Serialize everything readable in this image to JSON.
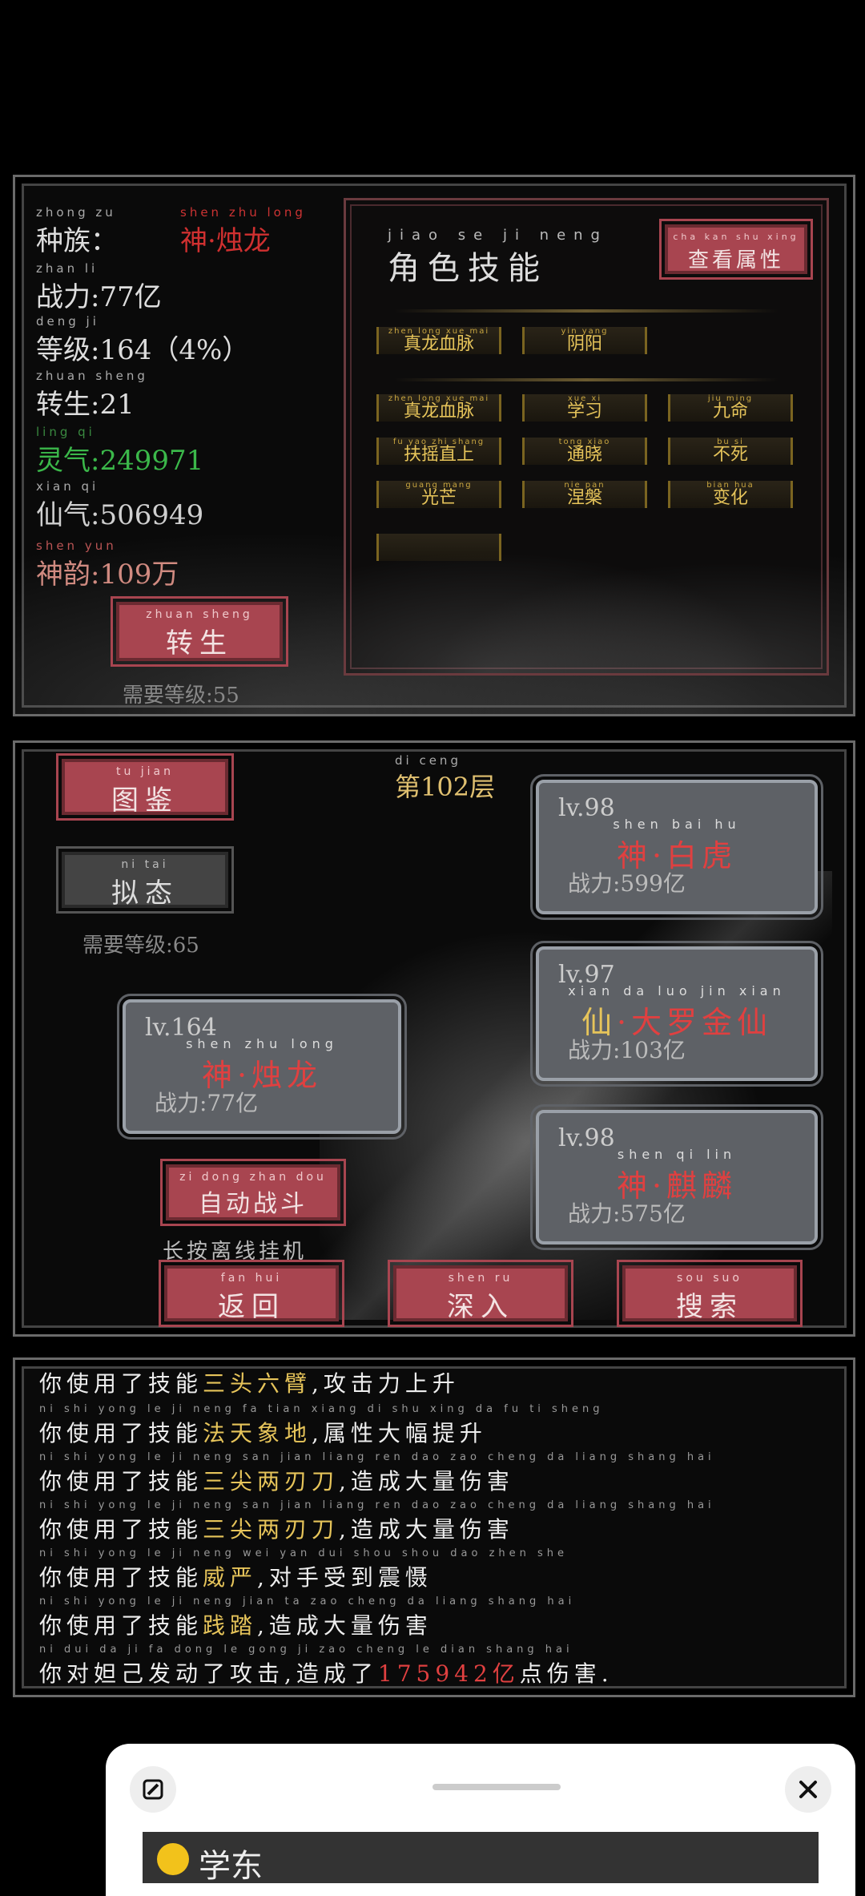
{
  "stats": {
    "race": {
      "py": "zhong zu",
      "label": "种族：",
      "value_py": "shen  zhu long",
      "value_a": "神",
      "value_b": "烛龙"
    },
    "power": {
      "py": "zhan li",
      "label": "战力",
      "value": ":77亿"
    },
    "level": {
      "py": "deng ji",
      "label": "等级",
      "value": ":164（4%）"
    },
    "rebirth": {
      "py": "zhuan sheng",
      "label": "转生",
      "value": ":21"
    },
    "lingqi": {
      "py": "ling qi",
      "label": "灵气",
      "value": ":249971"
    },
    "xianqi": {
      "py": "xian qi",
      "label": "仙气",
      "value": ":506949"
    },
    "shenyun": {
      "py": "shen yun",
      "label": "神韵",
      "value": ":109万"
    },
    "rebirth_btn": {
      "py": "zhuan sheng",
      "label": "转生"
    },
    "rebirth_req": "需要等级:55"
  },
  "skills_panel": {
    "title_py": "jiao  se  ji  neng",
    "title": "角色技能",
    "view_btn_py": "cha kan shu xing",
    "view_btn": "查看属性",
    "row1": [
      {
        "py": "zhen long xue mai",
        "label": "真龙血脉"
      },
      {
        "py": "yin yang",
        "label": "阴阳"
      }
    ],
    "grid": [
      {
        "py": "zhen long xue mai",
        "label": "真龙血脉"
      },
      {
        "py": "xue xi",
        "label": "学习"
      },
      {
        "py": "jiu ming",
        "label": "九命"
      },
      {
        "py": "fu yao zhi shang",
        "label": "扶摇直上"
      },
      {
        "py": "tong xiao",
        "label": "通晓"
      },
      {
        "py": "bu si",
        "label": "不死"
      },
      {
        "py": "guang mang",
        "label": "光芒"
      },
      {
        "py": "nie pan",
        "label": "涅槃"
      },
      {
        "py": "bian hua",
        "label": "变化"
      }
    ]
  },
  "battle": {
    "tujian_py": "tu jian",
    "tujian": "图鉴",
    "nitai_py": "ni tai",
    "nitai": "拟态",
    "nitai_req": "需要等级:65",
    "floor_py": "di          ceng",
    "floor": "第102层",
    "player": {
      "lv": "lv.164",
      "py": "shen  zhu long",
      "name_a": "神",
      "name_b": "烛龙",
      "power": "战力:77亿"
    },
    "enemies": [
      {
        "lv": "lv.98",
        "py": "shen  bai  hu",
        "name_a": "神",
        "name_b": "白虎",
        "power": "战力:599亿"
      },
      {
        "lv": "lv.97",
        "py": "xian  da  luo  jin  xian",
        "name_a": "仙",
        "name_b": "大罗金仙",
        "power": "战力:103亿"
      },
      {
        "lv": "lv.98",
        "py": "shen   qi  lin",
        "name_a": "神",
        "name_b": "麒麟",
        "power": "战力:575亿"
      }
    ],
    "auto_py": "zi dong zhan dou",
    "auto": "自动战斗",
    "auto_hint": "长按离线挂机",
    "back_py": "fan hui",
    "back": "返回",
    "deep_py": "shen ru",
    "deep": "深入",
    "search_py": "sou suo",
    "search": "搜索"
  },
  "log": [
    {
      "pre": "你使用了技能",
      "hl": "三头六臂",
      "post": ",攻击力上升",
      "py": ""
    },
    {
      "pre": "你使用了技能",
      "hl": "法天象地",
      "post": ",属性大幅提升",
      "py": "ni  shi yong le  ji neng fa tian xiang di  shu xing da fu ti sheng"
    },
    {
      "pre": "你使用了技能",
      "hl": "三尖两刃刀",
      "post": ",造成大量伤害",
      "py": "ni  shi yong le  ji neng san jian liang ren dao zao cheng da liang shang hai"
    },
    {
      "pre": "你使用了技能",
      "hl": "三尖两刃刀",
      "post": ",造成大量伤害",
      "py": "ni  shi yong le  ji neng san jian liang ren dao zao cheng da liang shang hai"
    },
    {
      "pre": "你使用了技能",
      "hl": "威严",
      "post": ",对手受到震慑",
      "py": "ni  shi yong le  ji neng wei yan  dui shou shou dao zhen she"
    },
    {
      "pre": "你使用了技能",
      "hl": "践踏",
      "post": ",造成大量伤害",
      "py": "ni  shi yong le  ji neng jian ta  zao cheng da liang shang hai"
    },
    {
      "pre": "你对妲己发动了攻击,造成了",
      "hl": "175942亿",
      "post": "点伤害.",
      "py": "ni  dui da ji  fa dong le gong ji  zao cheng le          dian shang hai"
    }
  ],
  "sheet": {
    "edit_icon": "edit-icon",
    "close_icon": "close-icon",
    "peek_text": "学东"
  }
}
